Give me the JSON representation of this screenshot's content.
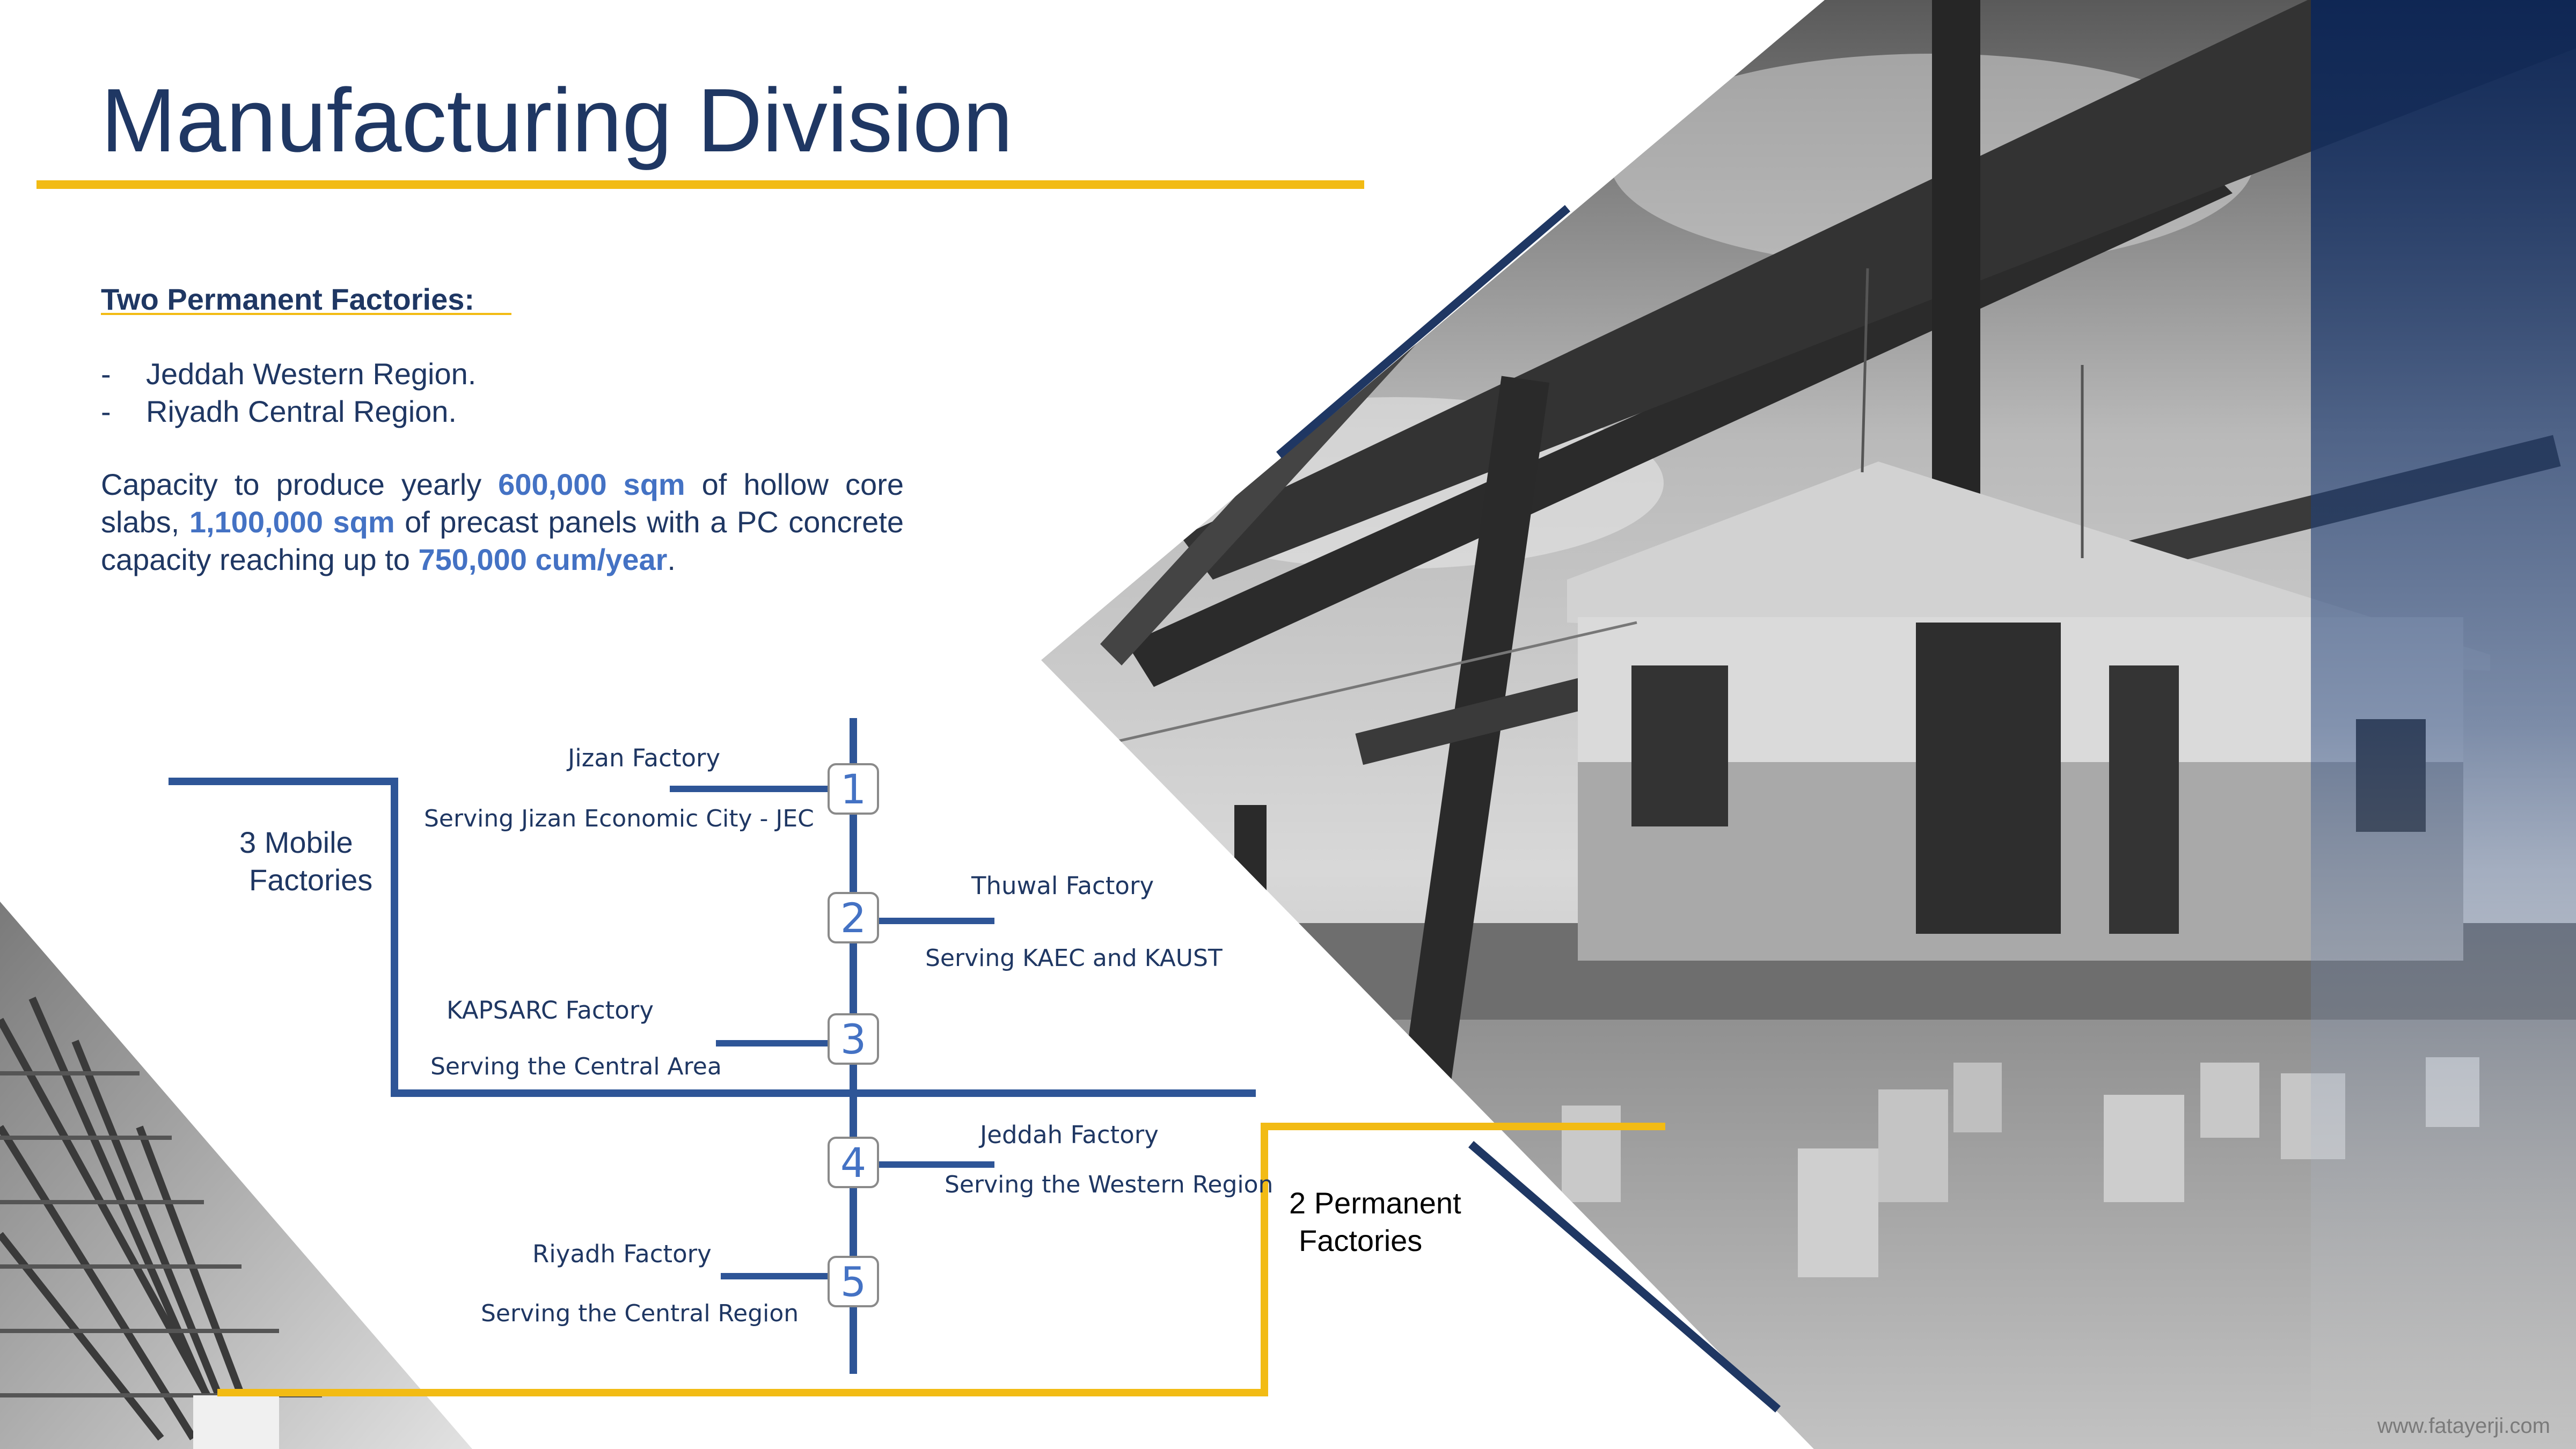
{
  "title": "Manufacturing Division",
  "intro": {
    "heading": "Two Permanent Factories:",
    "bullets": [
      "Jeddah Western Region.",
      "Riyadh Central Region."
    ],
    "bullet_marker": "-",
    "capacity": {
      "t1": "Capacity to produce yearly ",
      "v1": "600,000 sqm",
      "t2": " of hollow core slabs, ",
      "v2": "1,100,000 sqm",
      "t3": " of precast panels with a PC concrete capacity reaching up to ",
      "v3": "750,000 cum/year",
      "t4": "."
    }
  },
  "groups": {
    "mobile": {
      "line1": "3 Mobile",
      "line2": "Factories"
    },
    "permanent": {
      "line1": "2 Permanent",
      "line2": "Factories"
    }
  },
  "factories": [
    {
      "num": "1",
      "name": "Jizan Factory",
      "serving": "Serving Jizan Economic City - JEC"
    },
    {
      "num": "2",
      "name": "Thuwal Factory",
      "serving": "Serving KAEC and KAUST"
    },
    {
      "num": "3",
      "name": "KAPSARC Factory",
      "serving": "Serving the Central Area"
    },
    {
      "num": "4",
      "name": "Jeddah Factory",
      "serving": "Serving the Western Region"
    },
    {
      "num": "5",
      "name": "Riyadh Factory",
      "serving": "Serving the Central Region"
    }
  ],
  "colors": {
    "navy": "#1f3763",
    "blue": "#4472c4",
    "timeline": "#2e5597",
    "gold": "#f2bb14"
  },
  "footer": {
    "url": "www.fatayerji.com"
  }
}
